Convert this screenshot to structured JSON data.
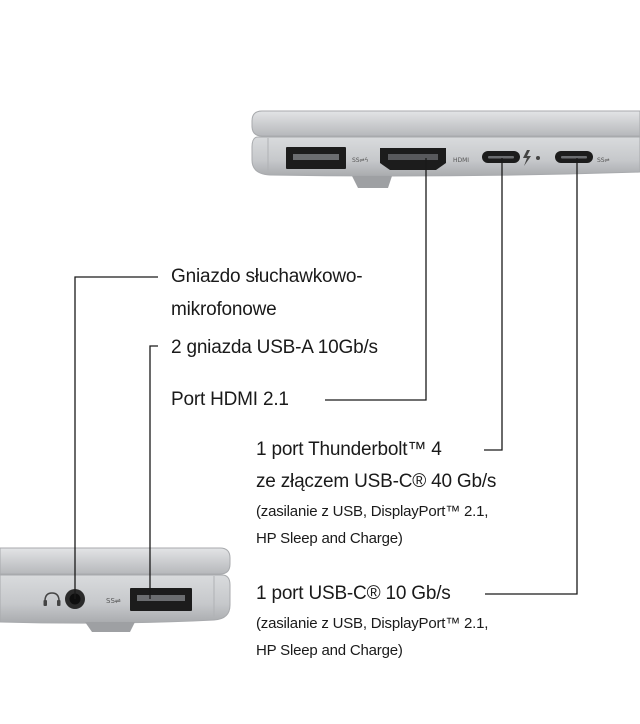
{
  "ports_diagram": {
    "headphone_jack": {
      "line1": "Gniazdo słuchawkowo-",
      "line2": "mikrofonowe"
    },
    "usb_a": {
      "label": "2 gniazda USB-A 10Gb/s"
    },
    "hdmi": {
      "label": "Port HDMI 2.1"
    },
    "thunderbolt": {
      "line1": "1 port Thunderbolt™ 4",
      "line2": "ze złączem USB-C® 40 Gb/s",
      "note1": "(zasilanie z USB, DisplayPort™ 2.1,",
      "note2": "HP Sleep and Charge)"
    },
    "usb_c": {
      "line1": "1 port USB-C® 10 Gb/s",
      "note1": "(zasilanie z USB, DisplayPort™ 2.1,",
      "note2": "HP Sleep and Charge)"
    }
  },
  "colors": {
    "leader_line": "#1a1a1a",
    "chassis": "#c9cbcd",
    "port": "#1c1c1c"
  }
}
